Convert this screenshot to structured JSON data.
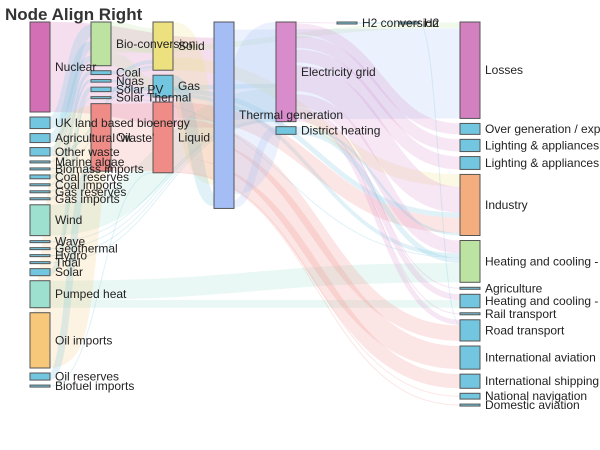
{
  "chart_data": {
    "type": "sankey",
    "title": "Node Align Right",
    "nodes": [
      {
        "name": "Nuclear",
        "column": 0,
        "value": 140,
        "color": "#d36fb4"
      },
      {
        "name": "UK land based bioenergy",
        "column": 0,
        "value": 18,
        "color": "#73c6e0"
      },
      {
        "name": "Agricultural 'waste'",
        "column": 0,
        "value": 14,
        "color": "#73c6e0"
      },
      {
        "name": "Other waste",
        "column": 0,
        "value": 13,
        "color": "#73c6e0"
      },
      {
        "name": "Marine algae",
        "column": 0,
        "value": 1,
        "color": "#73c6e0"
      },
      {
        "name": "Biomass imports",
        "column": 0,
        "value": 1,
        "color": "#73c6e0"
      },
      {
        "name": "Coal reserves",
        "column": 0,
        "value": 6,
        "color": "#73c6e0"
      },
      {
        "name": "Coal imports",
        "column": 0,
        "value": 1,
        "color": "#73c6e0"
      },
      {
        "name": "Gas reserves",
        "column": 0,
        "value": 1,
        "color": "#73c6e0"
      },
      {
        "name": "Gas imports",
        "column": 0,
        "value": 3,
        "color": "#73c6e0"
      },
      {
        "name": "Wind",
        "column": 0,
        "value": 48,
        "color": "#9de0cf"
      },
      {
        "name": "Wave",
        "column": 0,
        "value": 1,
        "color": "#73c6e0"
      },
      {
        "name": "Geothermal",
        "column": 0,
        "value": 1,
        "color": "#73c6e0"
      },
      {
        "name": "Hydro",
        "column": 0,
        "value": 1,
        "color": "#73c6e0"
      },
      {
        "name": "Tidal",
        "column": 0,
        "value": 1,
        "color": "#73c6e0"
      },
      {
        "name": "Solar",
        "column": 0,
        "value": 11,
        "color": "#73c6e0"
      },
      {
        "name": "Pumped heat",
        "column": 0,
        "value": 42,
        "color": "#9de0cf"
      },
      {
        "name": "Oil imports",
        "column": 0,
        "value": 86,
        "color": "#f8c87a"
      },
      {
        "name": "Oil reserves",
        "column": 0,
        "value": 11,
        "color": "#73c6e0"
      },
      {
        "name": "Biofuel imports",
        "column": 0,
        "value": 1,
        "color": "#73c6e0"
      },
      {
        "name": "Bio-conversion",
        "column": 1,
        "value": 68,
        "color": "#bde3a2"
      },
      {
        "name": "Coal",
        "column": 1,
        "value": 6,
        "color": "#73c6e0"
      },
      {
        "name": "Ngas",
        "column": 1,
        "value": 4,
        "color": "#73c6e0"
      },
      {
        "name": "Solar PV",
        "column": 1,
        "value": 7,
        "color": "#73c6e0"
      },
      {
        "name": "Solar Thermal",
        "column": 1,
        "value": 1,
        "color": "#73c6e0"
      },
      {
        "name": "Oil",
        "column": 1,
        "value": 105,
        "color": "#f08c87"
      },
      {
        "name": "Solid",
        "column": 2,
        "value": 75,
        "color": "#ede07e"
      },
      {
        "name": "Gas",
        "column": 2,
        "value": 34,
        "color": "#73c6e0"
      },
      {
        "name": "Liquid",
        "column": 2,
        "value": 110,
        "color": "#f08c87"
      },
      {
        "name": "Thermal generation",
        "column": 3,
        "value": 290,
        "color": "#a4bdf5"
      },
      {
        "name": "Electricity grid",
        "column": 4,
        "value": 155,
        "color": "#d98ccc"
      },
      {
        "name": "District heating",
        "column": 4,
        "value": 12,
        "color": "#73c6e0"
      },
      {
        "name": "H2 conversion",
        "column": 5,
        "value": 1,
        "color": "#73c6e0"
      },
      {
        "name": "H2",
        "column": 6,
        "value": 1,
        "color": "#73c6e0"
      },
      {
        "name": "Losses",
        "column": 7,
        "value": 150,
        "color": "#d380c1"
      },
      {
        "name": "Over generation / exports",
        "column": 7,
        "value": 17,
        "color": "#73c6e0"
      },
      {
        "name": "Lighting & appliances - domestic",
        "column": 7,
        "value": 19,
        "color": "#73c6e0"
      },
      {
        "name": "Lighting & appliances - commercial",
        "column": 7,
        "value": 20,
        "color": "#73c6e0"
      },
      {
        "name": "Industry",
        "column": 7,
        "value": 95,
        "color": "#f4ad7e"
      },
      {
        "name": "Heating and cooling - homes",
        "column": 7,
        "value": 65,
        "color": "#bde3a2"
      },
      {
        "name": "Agriculture",
        "column": 7,
        "value": 1,
        "color": "#73c6e0"
      },
      {
        "name": "Heating and cooling - commercial",
        "column": 7,
        "value": 21,
        "color": "#73c6e0"
      },
      {
        "name": "Rail transport",
        "column": 7,
        "value": 1,
        "color": "#73c6e0"
      },
      {
        "name": "Road transport",
        "column": 7,
        "value": 33,
        "color": "#73c6e0"
      },
      {
        "name": "International aviation",
        "column": 7,
        "value": 36,
        "color": "#73c6e0"
      },
      {
        "name": "International shipping",
        "column": 7,
        "value": 22,
        "color": "#73c6e0"
      },
      {
        "name": "National navigation",
        "column": 7,
        "value": 9,
        "color": "#73c6e0"
      },
      {
        "name": "Domestic aviation",
        "column": 7,
        "value": 1,
        "color": "#73c6e0"
      }
    ],
    "links": [
      {
        "source": "Nuclear",
        "target": "Thermal generation",
        "value": 140
      },
      {
        "source": "UK land based bioenergy",
        "target": "Bio-conversion",
        "value": 18
      },
      {
        "source": "Agricultural 'waste'",
        "target": "Bio-conversion",
        "value": 14
      },
      {
        "source": "Other waste",
        "target": "Bio-conversion",
        "value": 13
      },
      {
        "source": "Other waste",
        "target": "Solid",
        "value": 6
      },
      {
        "source": "Marine algae",
        "target": "Bio-conversion",
        "value": 1
      },
      {
        "source": "Biomass imports",
        "target": "Solid",
        "value": 1
      },
      {
        "source": "Coal reserves",
        "target": "Coal",
        "value": 6
      },
      {
        "source": "Coal imports",
        "target": "Coal",
        "value": 1
      },
      {
        "source": "Gas reserves",
        "target": "Ngas",
        "value": 1
      },
      {
        "source": "Gas imports",
        "target": "Ngas",
        "value": 3
      },
      {
        "source": "Wind",
        "target": "Electricity grid",
        "value": 48
      },
      {
        "source": "Wave",
        "target": "Electricity grid",
        "value": 1
      },
      {
        "source": "Geothermal",
        "target": "Electricity grid",
        "value": 1
      },
      {
        "source": "Hydro",
        "target": "Electricity grid",
        "value": 1
      },
      {
        "source": "Tidal",
        "target": "Electricity grid",
        "value": 1
      },
      {
        "source": "Solar",
        "target": "Solar PV",
        "value": 7
      },
      {
        "source": "Solar",
        "target": "Solar Thermal",
        "value": 1
      },
      {
        "source": "Pumped heat",
        "target": "Heating and cooling - homes",
        "value": 30
      },
      {
        "source": "Pumped heat",
        "target": "Heating and cooling - commercial",
        "value": 12
      },
      {
        "source": "Oil imports",
        "target": "Oil",
        "value": 86
      },
      {
        "source": "Oil reserves",
        "target": "Oil",
        "value": 11
      },
      {
        "source": "Biofuel imports",
        "target": "Liquid",
        "value": 1
      },
      {
        "source": "Bio-conversion",
        "target": "Solid",
        "value": 45
      },
      {
        "source": "Bio-conversion",
        "target": "Gas",
        "value": 23
      },
      {
        "source": "Bio-conversion",
        "target": "Losses",
        "value": 10
      },
      {
        "source": "Coal",
        "target": "Solid",
        "value": 6
      },
      {
        "source": "Ngas",
        "target": "Gas",
        "value": 4
      },
      {
        "source": "Solar PV",
        "target": "Electricity grid",
        "value": 7
      },
      {
        "source": "Solar Thermal",
        "target": "Heating and cooling - homes",
        "value": 1
      },
      {
        "source": "Oil",
        "target": "Liquid",
        "value": 105
      },
      {
        "source": "Solid",
        "target": "Thermal generation",
        "value": 55
      },
      {
        "source": "Solid",
        "target": "Industry",
        "value": 20
      },
      {
        "source": "Gas",
        "target": "Thermal generation",
        "value": 20
      },
      {
        "source": "Gas",
        "target": "Industry",
        "value": 8
      },
      {
        "source": "Gas",
        "target": "Heating and cooling - homes",
        "value": 6
      },
      {
        "source": "Liquid",
        "target": "Industry",
        "value": 25
      },
      {
        "source": "Liquid",
        "target": "Road transport",
        "value": 25
      },
      {
        "source": "Liquid",
        "target": "International aviation",
        "value": 36
      },
      {
        "source": "Liquid",
        "target": "International shipping",
        "value": 22
      },
      {
        "source": "Liquid",
        "target": "National navigation",
        "value": 1
      },
      {
        "source": "Liquid",
        "target": "Domestic aviation",
        "value": 1
      },
      {
        "source": "Thermal generation",
        "target": "Losses",
        "value": 140
      },
      {
        "source": "Thermal generation",
        "target": "Electricity grid",
        "value": 96
      },
      {
        "source": "Thermal generation",
        "target": "District heating",
        "value": 12
      },
      {
        "source": "Electricity grid",
        "target": "Over generation / exports",
        "value": 17
      },
      {
        "source": "Electricity grid",
        "target": "Lighting & appliances - domestic",
        "value": 19
      },
      {
        "source": "Electricity grid",
        "target": "Lighting & appliances - commercial",
        "value": 20
      },
      {
        "source": "Electricity grid",
        "target": "Industry",
        "value": 42
      },
      {
        "source": "Electricity grid",
        "target": "Heating and cooling - homes",
        "value": 20
      },
      {
        "source": "Electricity grid",
        "target": "Heating and cooling - commercial",
        "value": 9
      },
      {
        "source": "Electricity grid",
        "target": "Road transport",
        "value": 8
      },
      {
        "source": "Electricity grid",
        "target": "Rail transport",
        "value": 1
      },
      {
        "source": "Electricity grid",
        "target": "Agriculture",
        "value": 1
      },
      {
        "source": "Electricity grid",
        "target": "H2 conversion",
        "value": 1
      },
      {
        "source": "H2 conversion",
        "target": "H2",
        "value": 1
      },
      {
        "source": "H2",
        "target": "Road transport",
        "value": 1
      },
      {
        "source": "District heating",
        "target": "Heating and cooling - homes",
        "value": 8
      },
      {
        "source": "District heating",
        "target": "Industry",
        "value": 4
      }
    ]
  }
}
